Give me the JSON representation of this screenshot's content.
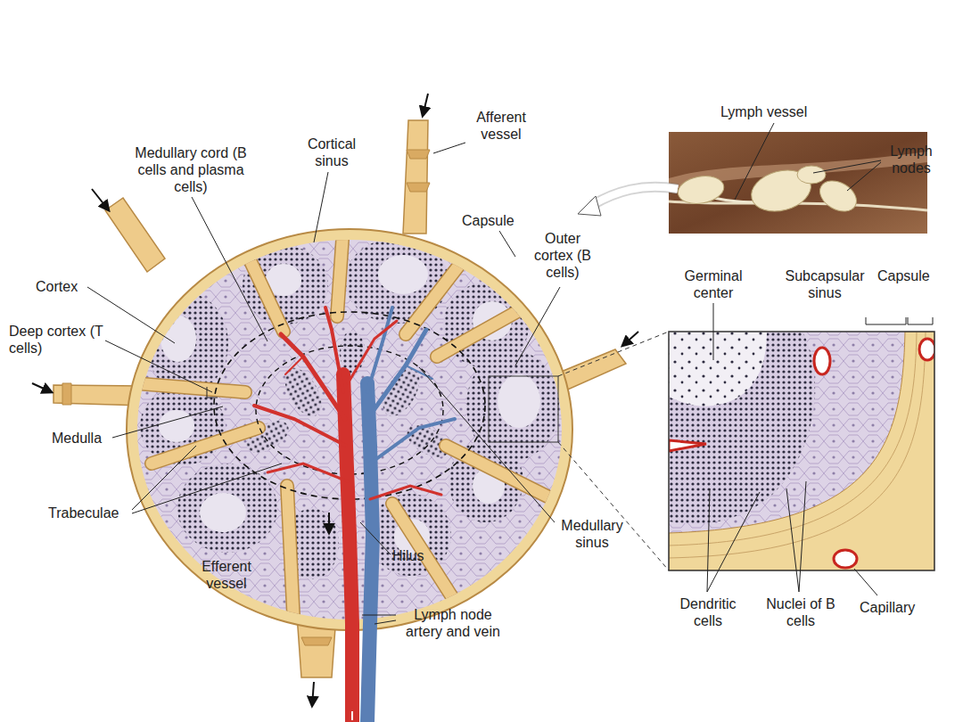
{
  "diagram": {
    "labels": [
      "Lymph vessel",
      "Lymph nodes",
      "Medullary cord (B cells and plasma cells)",
      "Cortical sinus",
      "Afferent vessel",
      "Capsule",
      "Outer cortex (B cells)",
      "Germinal center",
      "Subcapsular sinus",
      "Capsule",
      "Cortex",
      "Deep cortex (T cells)",
      "Medulla",
      "Trabeculae",
      "Medullary sinus",
      "Hilus",
      "Efferent vessel",
      "Lymph node artery and vein",
      "Dendritic cells",
      "Nuclei of B cells",
      "Capillary"
    ]
  }
}
